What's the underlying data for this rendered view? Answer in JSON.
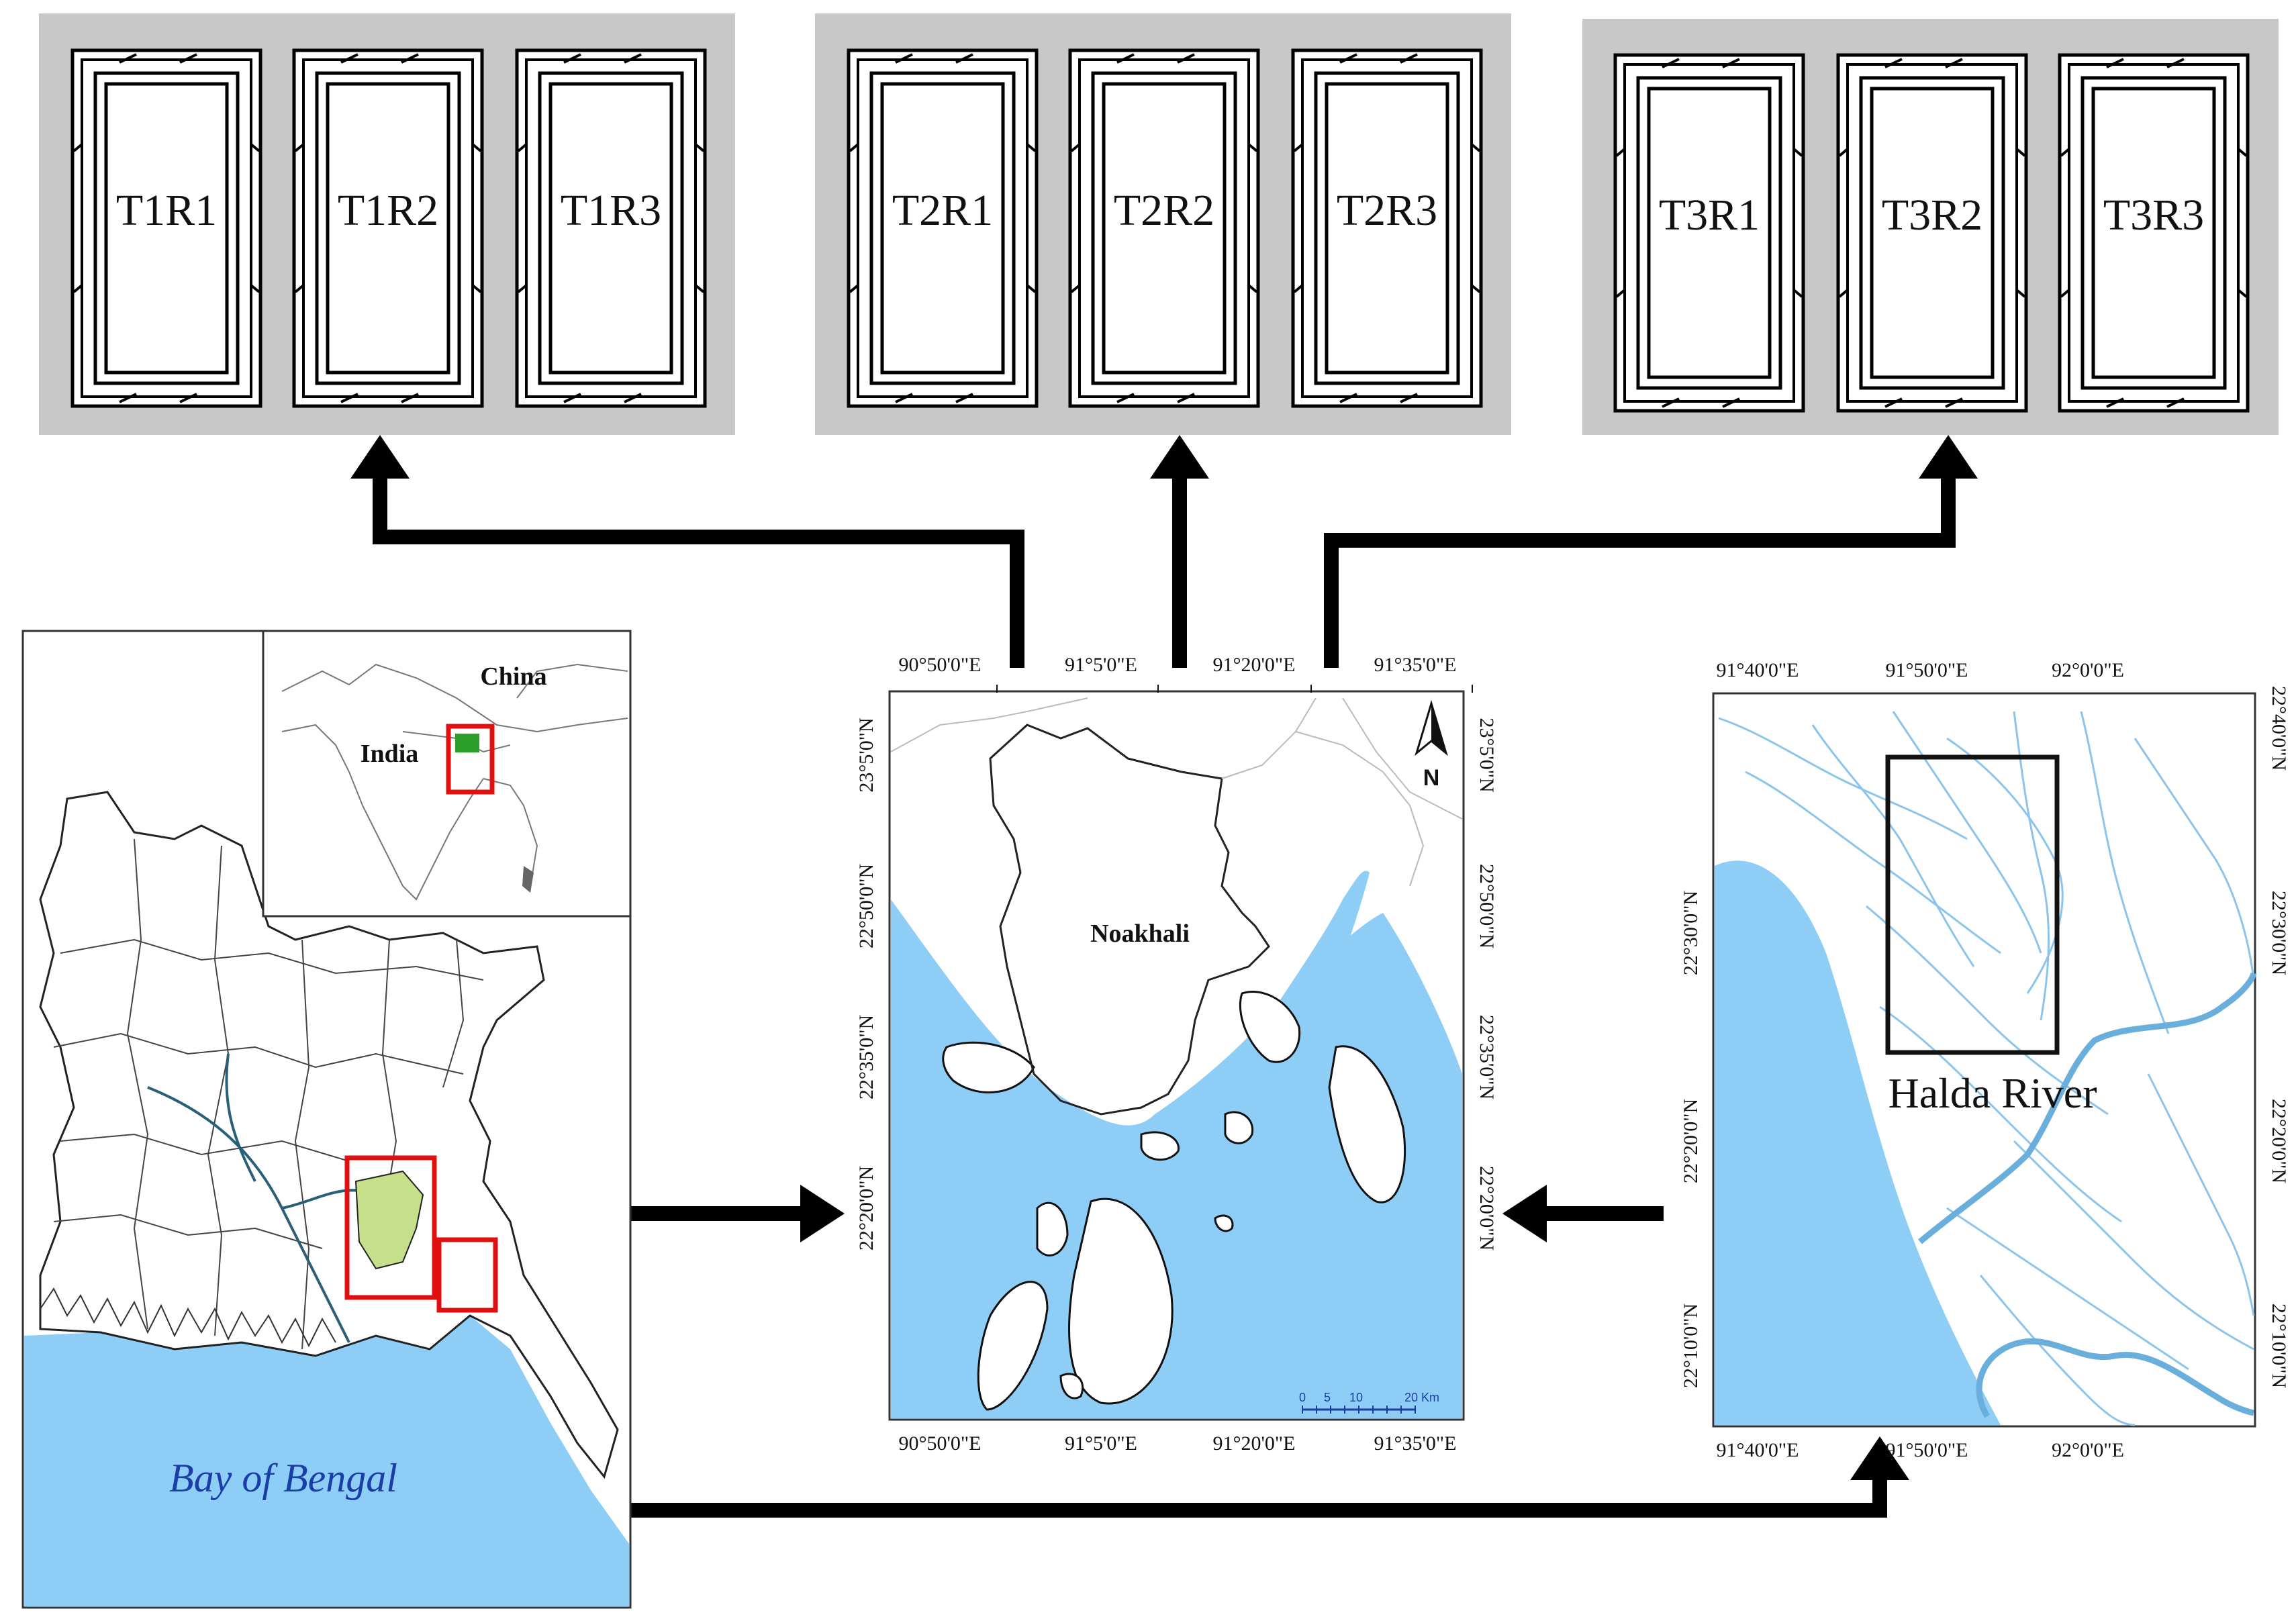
{
  "colors": {
    "water": "#8ecdf5",
    "river": "#8cc4ec",
    "panel_bg": "#c8c8c8",
    "highlight_box": "#e01010",
    "district_fill": "#c5df8a",
    "india_marker": "#2aa02a",
    "arrow": "#000000"
  },
  "treatments": [
    {
      "group": "T1",
      "plots": [
        "T1R1",
        "T1R2",
        "T1R3"
      ]
    },
    {
      "group": "T2",
      "plots": [
        "T2R1",
        "T2R2",
        "T2R3"
      ]
    },
    {
      "group": "T3",
      "plots": [
        "T3R1",
        "T3R2",
        "T3R3"
      ]
    }
  ],
  "country_map": {
    "inset_labels": {
      "china": "China",
      "india": "India"
    },
    "sea_label": "Bay of Bengal"
  },
  "noakhali_map": {
    "label": "Noakhali",
    "north_arrow": "N",
    "lon_ticks": [
      "90°50'0\"E",
      "91°5'0\"E",
      "91°20'0\"E",
      "91°35'0\"E"
    ],
    "lat_ticks_left": [
      "23°5'0\"N",
      "22°50'0\"N",
      "22°35'0\"N",
      "22°20'0\"N"
    ],
    "lat_ticks_right": [
      "23°5'0\"N",
      "22°50'0\"N",
      "22°35'0\"N",
      "22°20'0\"N"
    ],
    "scale_bar": {
      "ticks": [
        "0",
        "5",
        "10",
        "20 Km"
      ]
    }
  },
  "halda_map": {
    "label": "Halda River",
    "lon_ticks": [
      "91°40'0\"E",
      "91°50'0\"E",
      "92°0'0\"E"
    ],
    "lat_ticks_left": [
      "22°30'0\"N",
      "22°20'0\"N",
      "22°10'0\"N"
    ],
    "lat_ticks_right": [
      "22°40'0\"N",
      "22°30'0\"N",
      "22°20'0\"N",
      "22°10'0\"N"
    ]
  }
}
